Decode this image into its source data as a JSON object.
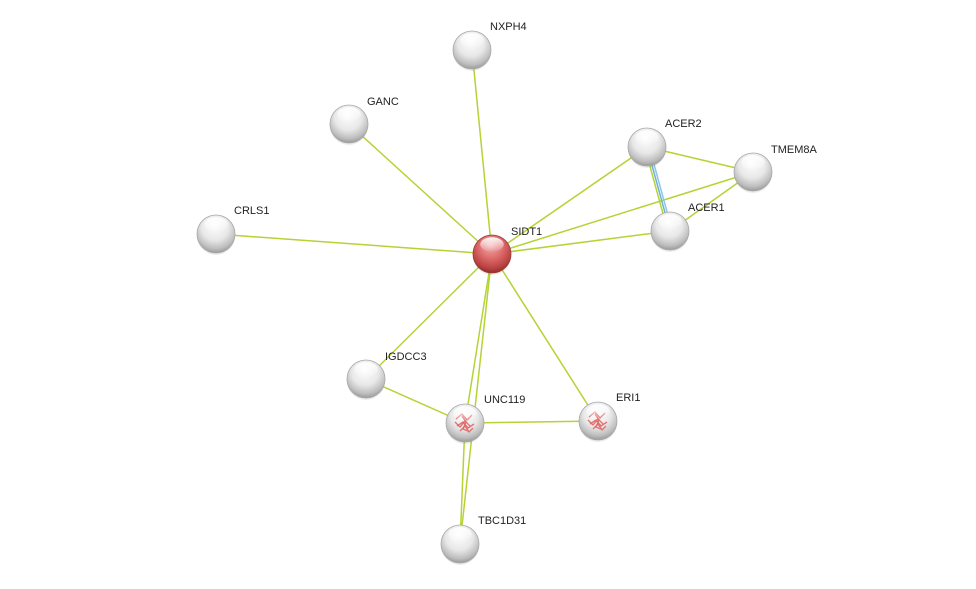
{
  "network": {
    "edge_color": "#b5d334",
    "highlight_color": "#e06666",
    "nodes": [
      {
        "id": "SIDT1",
        "label": "SIDT1",
        "query": true
      },
      {
        "id": "NXPH4",
        "label": "NXPH4"
      },
      {
        "id": "GANC",
        "label": "GANC"
      },
      {
        "id": "CRLS1",
        "label": "CRLS1"
      },
      {
        "id": "ACER2",
        "label": "ACER2"
      },
      {
        "id": "TMEM8A",
        "label": "TMEM8A"
      },
      {
        "id": "ACER1",
        "label": "ACER1"
      },
      {
        "id": "IGDCC3",
        "label": "IGDCC3"
      },
      {
        "id": "UNC119",
        "label": "UNC119",
        "has_structure": true
      },
      {
        "id": "ERI1",
        "label": "ERI1",
        "has_structure": true
      },
      {
        "id": "TBC1D31",
        "label": "TBC1D31"
      }
    ],
    "edges": [
      {
        "source": "SIDT1",
        "target": "NXPH4",
        "evidence": [
          "textmining"
        ]
      },
      {
        "source": "SIDT1",
        "target": "GANC",
        "evidence": [
          "textmining"
        ]
      },
      {
        "source": "SIDT1",
        "target": "CRLS1",
        "evidence": [
          "textmining"
        ]
      },
      {
        "source": "SIDT1",
        "target": "ACER2",
        "evidence": [
          "textmining"
        ]
      },
      {
        "source": "SIDT1",
        "target": "TMEM8A",
        "evidence": [
          "textmining"
        ]
      },
      {
        "source": "SIDT1",
        "target": "ACER1",
        "evidence": [
          "textmining"
        ]
      },
      {
        "source": "SIDT1",
        "target": "IGDCC3",
        "evidence": [
          "textmining"
        ]
      },
      {
        "source": "SIDT1",
        "target": "UNC119",
        "evidence": [
          "textmining"
        ]
      },
      {
        "source": "SIDT1",
        "target": "ERI1",
        "evidence": [
          "textmining"
        ]
      },
      {
        "source": "SIDT1",
        "target": "TBC1D31",
        "evidence": [
          "textmining"
        ]
      },
      {
        "source": "ACER2",
        "target": "TMEM8A",
        "evidence": [
          "textmining"
        ]
      },
      {
        "source": "ACER1",
        "target": "TMEM8A",
        "evidence": [
          "textmining"
        ]
      },
      {
        "source": "ACER2",
        "target": "ACER1",
        "evidence": [
          "homology",
          "database",
          "textmining"
        ]
      },
      {
        "source": "IGDCC3",
        "target": "UNC119",
        "evidence": [
          "textmining"
        ]
      },
      {
        "source": "UNC119",
        "target": "ERI1",
        "evidence": [
          "textmining"
        ]
      },
      {
        "source": "UNC119",
        "target": "TBC1D31",
        "evidence": [
          "textmining"
        ]
      }
    ]
  }
}
